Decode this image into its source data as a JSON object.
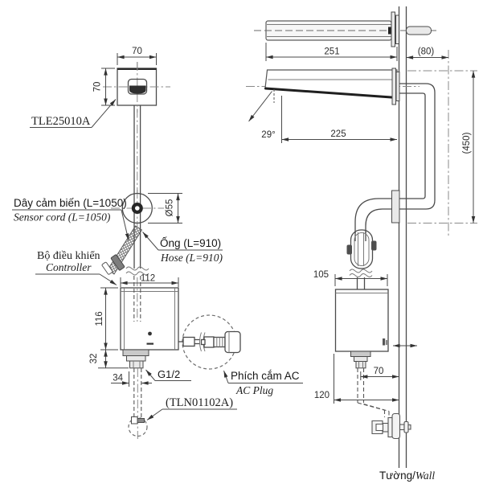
{
  "drawing": {
    "front_view": {
      "model_label": "TLE25010A",
      "sensor_cord_label_vi": "Dây cảm biến (L=1050)",
      "sensor_cord_label_en": "Sensor cord (L=1050)",
      "hose_label_vi": "Ống (L=910)",
      "hose_label_en": "Hose (L=910)",
      "controller_label_vi": "Bộ điều khiển",
      "controller_label_en": "Controller",
      "thread_label": "G1/2",
      "ac_plug_label_vi": "Phích cắm AC",
      "ac_plug_label_en": "AC Plug",
      "drain_valve_label": "(TLN01102A)",
      "dims": {
        "faceplate_w": "70",
        "faceplate_h": "70",
        "escutcheon_d": "Ø55",
        "controller_w": "112",
        "controller_h": "116",
        "fitting_h": "32",
        "outlet_offset": "34"
      }
    },
    "side_view": {
      "wall_label_vi": "Tường/",
      "wall_label_en": "Wall",
      "dims": {
        "spout_length": "251",
        "behind_wall": "(80)",
        "spout_reach": "225",
        "mount_height": "(450)",
        "stream_angle": "29°",
        "controller_d": "105",
        "outlet_to_wall": "70",
        "controller_to_wall": "120"
      }
    }
  }
}
